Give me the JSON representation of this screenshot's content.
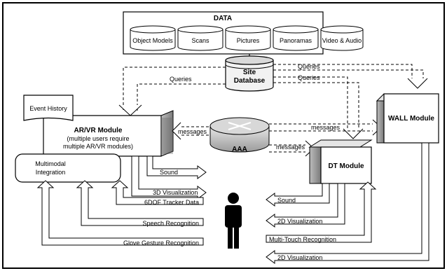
{
  "data_store": {
    "title": "DATA",
    "cylinders": [
      "Object Models",
      "Scans",
      "Pictures",
      "Panoramas",
      "Video & Audio"
    ]
  },
  "site_database": {
    "line1": "Site",
    "line2": "Database"
  },
  "queries_label": "Queries",
  "event_history": "Event History",
  "arvr_module": {
    "title": "AR/VR Module",
    "line2": "(multiple users require",
    "line3": "multiple AR/VR modules)"
  },
  "multimodal": {
    "line1": "Multimodal",
    "line2": "Integration"
  },
  "messages_label": "messages",
  "aaa_label": "AAA",
  "wall_module": "WALL Module",
  "dt_module": "DT Module",
  "arvr_outputs": [
    "Sound",
    "3D Visualization"
  ],
  "arvr_inputs": [
    "6DOF Tracker Data",
    "Speech Recognition",
    "Glove Gesture Recognition"
  ],
  "dt_outputs": [
    "Sound",
    "2D Visualization"
  ],
  "dt_inputs": [
    "Multi-Touch Recognition"
  ],
  "wall_outputs": [
    "2D Visualization"
  ]
}
